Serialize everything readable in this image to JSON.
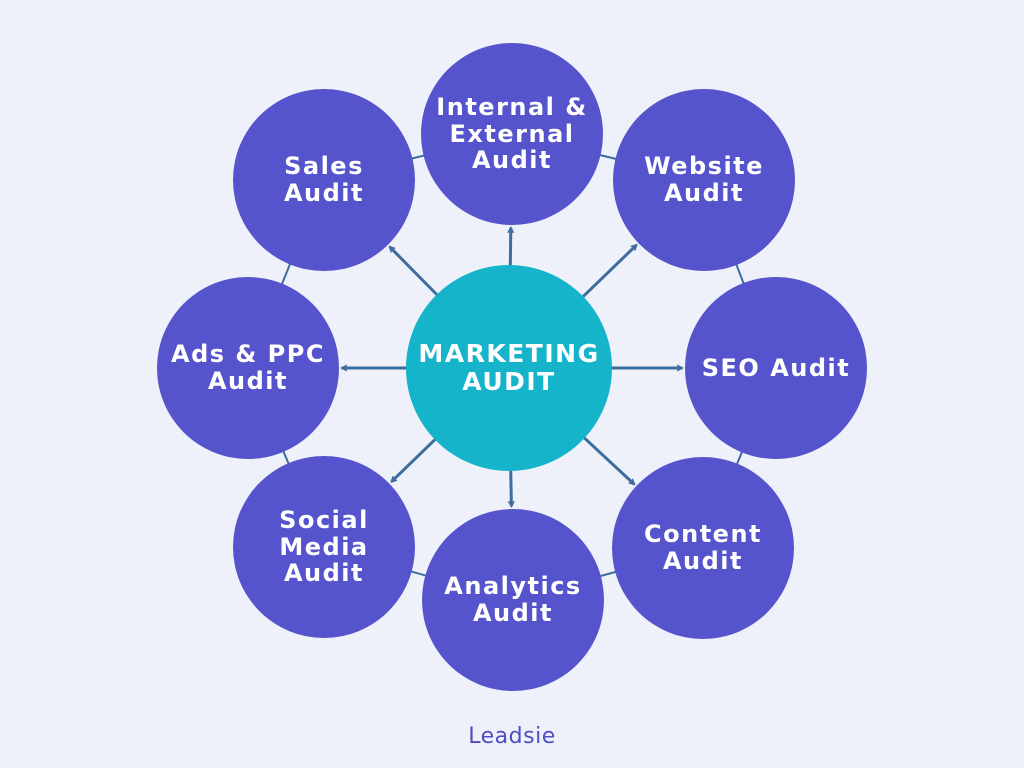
{
  "diagram": {
    "center": {
      "label": "MARKETING\nAUDIT",
      "color": "#16b4cb"
    },
    "nodes": [
      {
        "id": "internal-external",
        "label": "Internal &\nExternal\nAudit"
      },
      {
        "id": "website",
        "label": "Website\nAudit"
      },
      {
        "id": "seo",
        "label": "SEO Audit"
      },
      {
        "id": "content",
        "label": "Content\nAudit"
      },
      {
        "id": "analytics",
        "label": "Analytics\nAudit"
      },
      {
        "id": "social-media",
        "label": "Social\nMedia\nAudit"
      },
      {
        "id": "ads-ppc",
        "label": "Ads & PPC\nAudit"
      },
      {
        "id": "sales",
        "label": "Sales\nAudit"
      }
    ],
    "node_color": "#5654cc",
    "arrow_color": "#3d6d9e",
    "background": "#eff1fa"
  },
  "brand": {
    "logo_text": "Leadsie"
  }
}
